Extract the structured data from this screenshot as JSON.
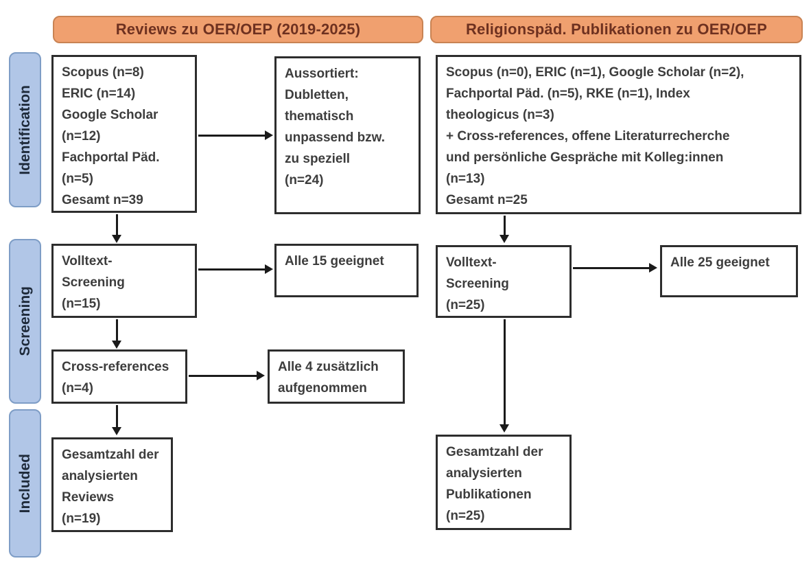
{
  "headers": {
    "left": "Reviews zu OER/OEP (2019-2025)",
    "right": "Religionspäd. Publikationen zu OER/OEP"
  },
  "stage_labels": {
    "identification": "Identification",
    "screening": "Screening",
    "included": "Included"
  },
  "left_column": {
    "sources": "Scopus (n=8)\nERIC (n=14)\nGoogle Scholar\n(n=12)\nFachportal Päd.\n(n=5)\nGesamt n=39",
    "excluded": "Aussortiert:\nDubletten,\nthematisch\nunpassend bzw.\nzu speziell\n(n=24)",
    "fulltext_screening": "Volltext-\nScreening\n(n=15)",
    "fulltext_result": "Alle 15 geeignet",
    "cross_references": "Cross-references\n(n=4)",
    "cross_references_result": "Alle 4 zusätzlich\naufgenommen",
    "included_total": "Gesamtzahl der\nanalysierten\nReviews\n(n=19)"
  },
  "right_column": {
    "sources": "Scopus (n=0), ERIC (n=1), Google Scholar (n=2),\nFachportal Päd. (n=5), RKE (n=1), Index\ntheologicus (n=3)\n+ Cross-references, offene Literaturrecherche\nund persönliche Gespräche mit Kolleg:innen\n(n=13)\nGesamt n=25",
    "fulltext_screening": "Volltext-\nScreening\n(n=25)",
    "fulltext_result": "Alle 25 geeignet",
    "included_total": "Gesamtzahl der\nanalysierten\nPublikationen\n(n=25)"
  },
  "colors": {
    "header_fill": "#f0a06f",
    "header_border": "#c98353",
    "header_text": "#6e3120",
    "label_fill": "#b1c6e7",
    "label_border": "#7e9dc6",
    "label_text": "#1e2a3a",
    "box_border": "#2d2d2d",
    "box_text": "#3d3d3d",
    "arrow": "#1a1a1a"
  }
}
